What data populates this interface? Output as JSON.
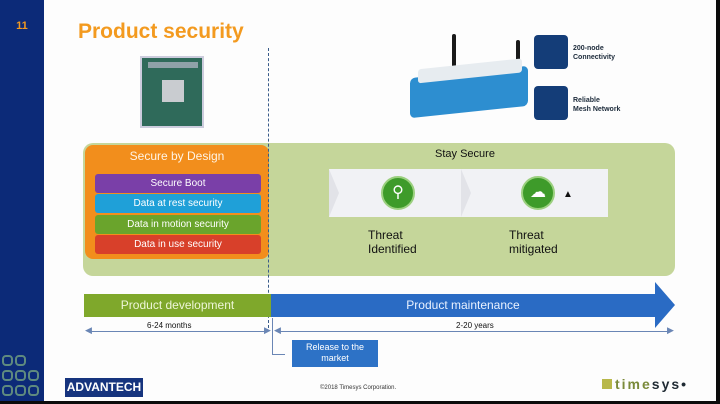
{
  "slide": {
    "number": "11",
    "title": "Product security",
    "features": [
      {
        "icon": "connectivity-icon",
        "label_line1": "200-node",
        "label_line2": "Connectivity"
      },
      {
        "icon": "mesh-network-icon",
        "label_line1": "Reliable",
        "label_line2": "Mesh Network"
      }
    ],
    "secure_by_design": {
      "title": "Secure by Design",
      "items": [
        {
          "label": "Secure Boot",
          "color": "#7a3fa8"
        },
        {
          "label": "Data at rest security",
          "color": "#1fa0d8"
        },
        {
          "label": "Data in motion security",
          "color": "#6aa42c"
        },
        {
          "label": "Data in use security",
          "color": "#d8402a"
        }
      ]
    },
    "stay_secure": {
      "title": "Stay Secure",
      "steps": [
        {
          "icon": "threat-identified-icon",
          "line1": "Threat",
          "line2": "Identified"
        },
        {
          "icon": "threat-mitigated-icon",
          "line1": "Threat",
          "line2": "mitigated"
        }
      ]
    },
    "timeline": {
      "development_label": "Product development",
      "development_duration": "6-24 months",
      "maintenance_label": "Product maintenance",
      "maintenance_duration": "2-20 years",
      "release_line1": "Release to the",
      "release_line2": "market"
    },
    "footer": {
      "left_logo": "ADVANTECH",
      "copyright": "©2018 Timesys Corporation.",
      "right_logo_a": "time",
      "right_logo_b": "sys",
      "right_logo_mark": "•"
    }
  }
}
